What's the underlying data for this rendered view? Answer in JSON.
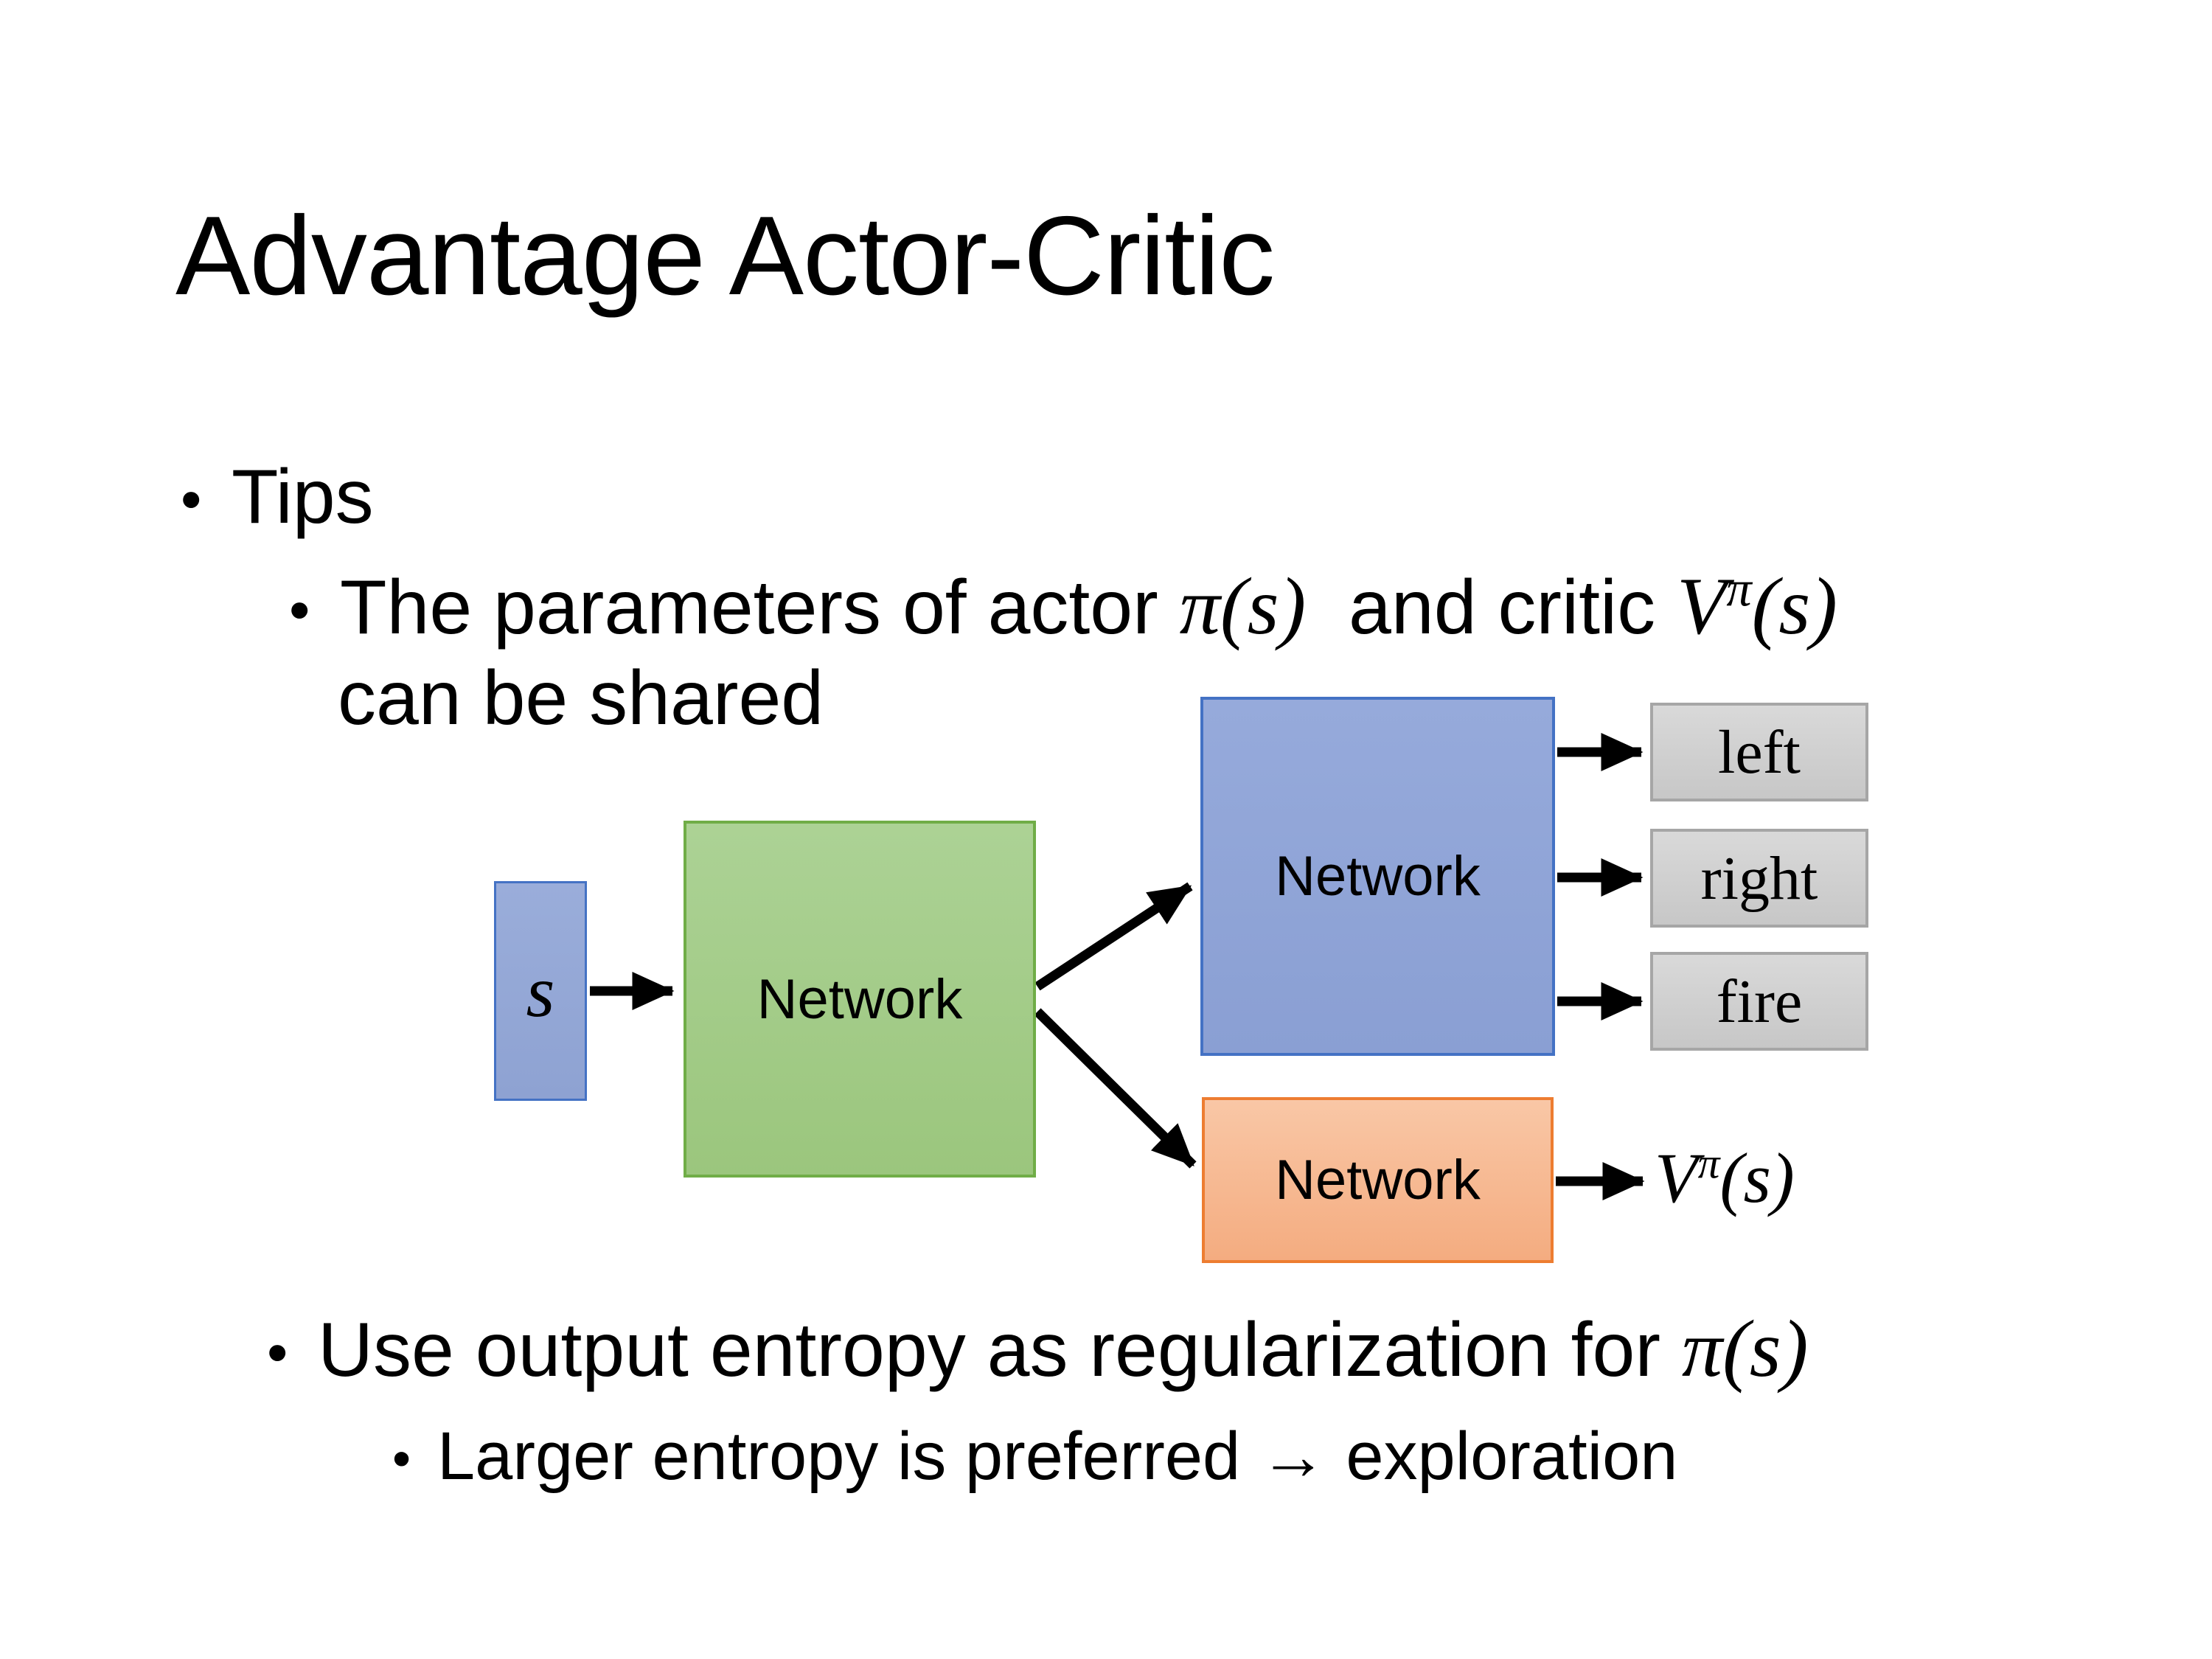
{
  "slide": {
    "title": "Advantage Actor-Critic",
    "bullet_glyph": "•",
    "tips_label": "Tips",
    "param_bullet": {
      "pre": "The parameters of actor ",
      "actor_math": "π(s)",
      "mid": "  and critic ",
      "critic_base": "V",
      "critic_sup": "π",
      "critic_args": "(s)",
      "line2": "can be shared"
    },
    "entropy_bullet": {
      "pre": "Use output entropy as regularization for ",
      "math": "π(s)"
    },
    "exploration_bullet": "Larger entropy is preferred → exploration"
  },
  "diagram": {
    "state_label": "s",
    "shared_network_label": "Network",
    "actor_network_label": "Network",
    "critic_network_label": "Network",
    "action_labels": [
      "left",
      "right",
      "fire"
    ],
    "critic_output": {
      "base": "V",
      "sup": "π",
      "args": "(s)"
    },
    "colors": {
      "state_fill": "#94a8d6",
      "state_border": "#4472c4",
      "shared_fill": "#a4cc89",
      "shared_border": "#70ad47",
      "actor_fill": "#90a5d7",
      "actor_border": "#4472c4",
      "critic_fill": "#f6ba93",
      "critic_border": "#ed7d31",
      "action_fill": "#d0d0d0",
      "action_border": "#a6a6a6",
      "arrow": "#000000",
      "text": "#000000",
      "background": "#ffffff"
    }
  }
}
